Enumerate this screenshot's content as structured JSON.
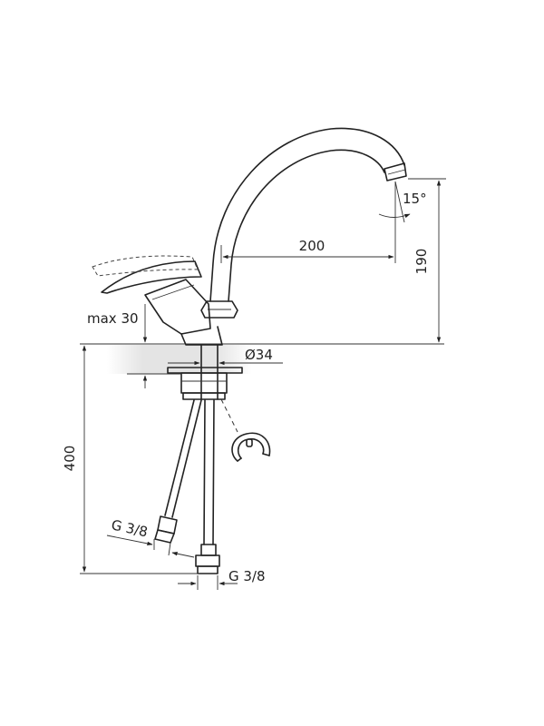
{
  "dimensions": {
    "spout_reach": "200",
    "spout_height": "190",
    "spout_angle": "15°",
    "max_deck_thickness": "max 30",
    "mounting_hole": "Ø34",
    "hose_length": "400",
    "connection_left": "G 3/8",
    "connection_right": "G 3/8"
  },
  "colors": {
    "line": "#222222",
    "deck_shade": "#e6e6e6"
  }
}
